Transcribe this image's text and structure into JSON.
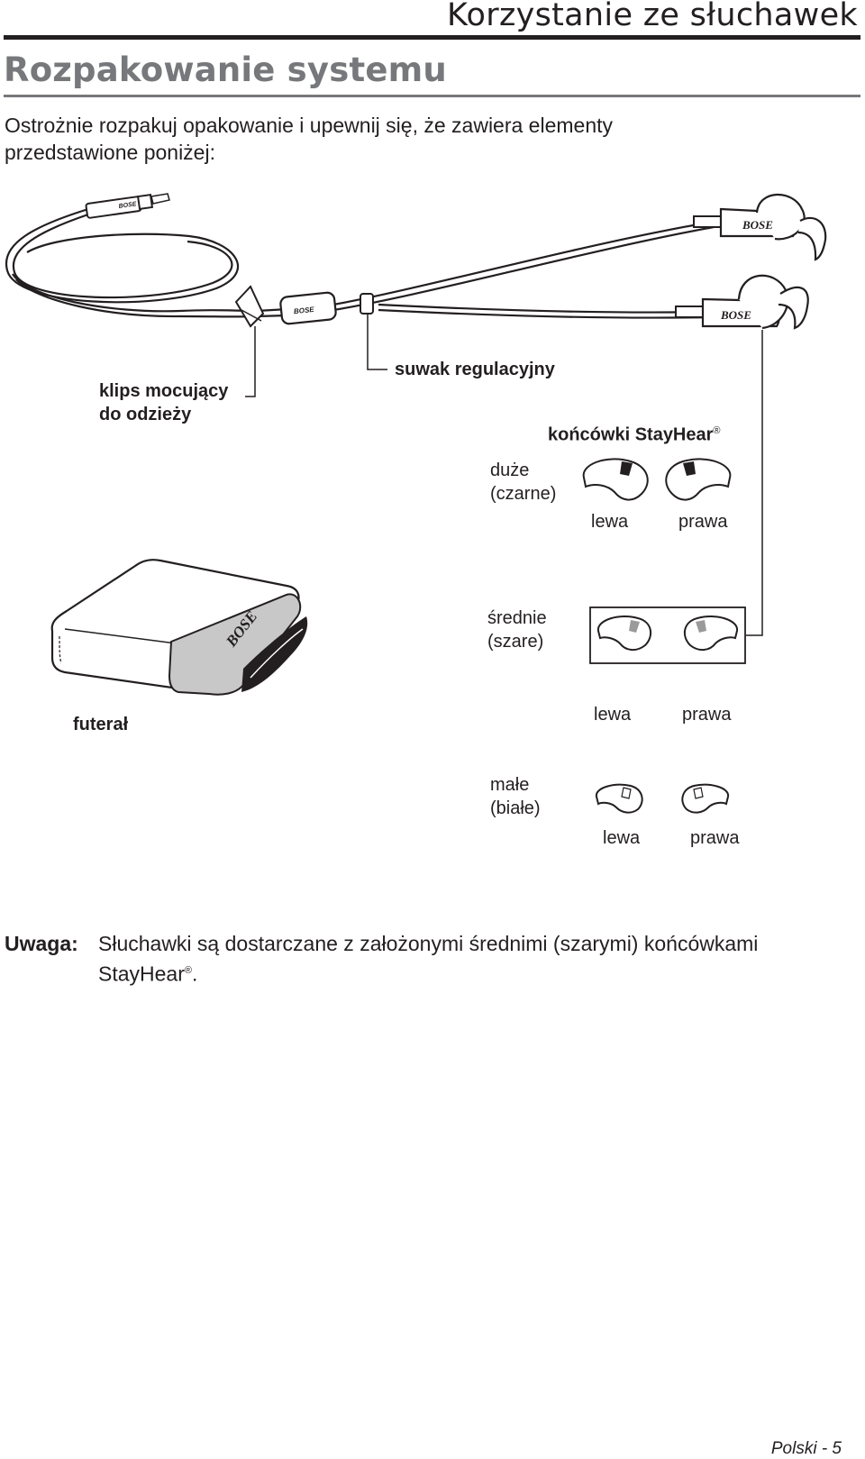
{
  "header": {
    "title": "Korzystanie ze słuchawek"
  },
  "section": {
    "title": "Rozpakowanie systemu"
  },
  "intro": {
    "text": "Ostrożnie rozpakuj opakowanie i upewnij się, że zawiera elementy przedstawione poniżej:"
  },
  "labels": {
    "clip_line1": "klips mocujący",
    "clip_line2": "do odzieży",
    "slider": "suwak regulacyjny",
    "tips_title": "końcówki StayHear",
    "tips_reg": "®",
    "large_line1": "duże",
    "large_line2": "(czarne)",
    "medium_line1": "średnie",
    "medium_line2": "(szare)",
    "small_line1": "małe",
    "small_line2": "(białe)",
    "left": "lewa",
    "right": "prawa",
    "case": "futerał"
  },
  "note": {
    "label": "Uwaga:",
    "text": "Słuchawki są dostarczane z założonymi średnimi (szarymi) końcówkami StayHear",
    "reg": "®",
    "end": "."
  },
  "footer": {
    "page": "Polski - 5"
  },
  "icons": [
    "earbud-right-icon",
    "earbud-left-icon",
    "audio-plug-icon",
    "clothing-clip-icon",
    "cord-slider-icon",
    "carry-case-icon",
    "eartip-icon"
  ],
  "colors": {
    "text": "#231f20",
    "title_gray": "#77787b",
    "case_gray": "#c8c8c8"
  }
}
